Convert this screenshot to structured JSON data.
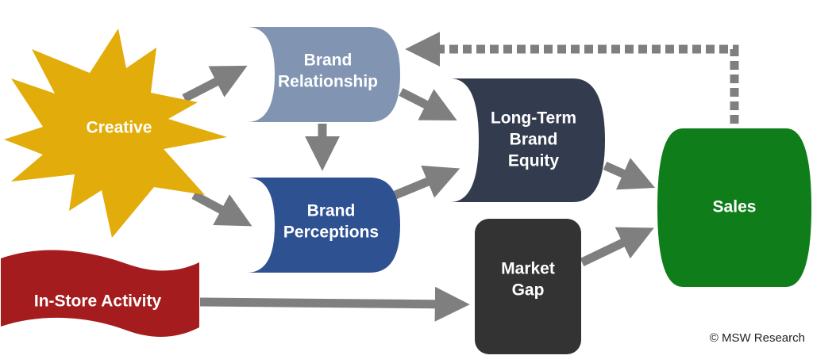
{
  "nodes": {
    "creative": {
      "label": "Creative",
      "color": "#e2ac0a"
    },
    "brand_relationship": {
      "label_line1": "Brand",
      "label_line2": "Relationship",
      "color": "#8195b3"
    },
    "brand_perceptions": {
      "label_line1": "Brand",
      "label_line2": "Perceptions",
      "color": "#2e5192"
    },
    "long_term_brand_equity": {
      "label_line1": "Long-Term",
      "label_line2": "Brand",
      "label_line3": "Equity",
      "color": "#333c4f"
    },
    "market_gap": {
      "label_line1": "Market",
      "label_line2": "Gap",
      "color": "#333333"
    },
    "sales": {
      "label": "Sales",
      "color": "#0e7d1a"
    },
    "in_store_activity": {
      "label": "In-Store Activity",
      "color": "#a51c1f"
    }
  },
  "arrow_color": "#7f7f7f",
  "copyright": "© MSW Research"
}
